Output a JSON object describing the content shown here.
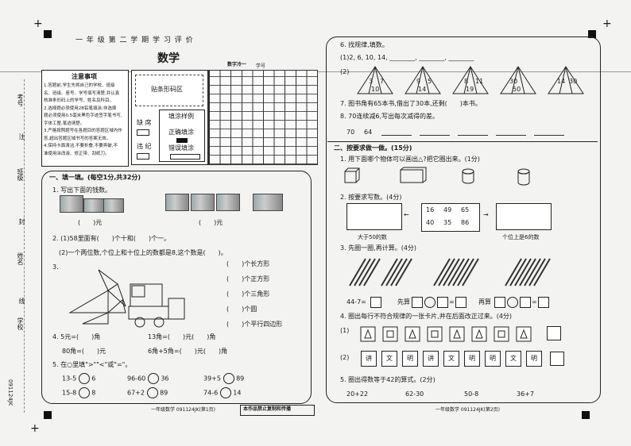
{
  "header": {
    "title": "一 年 级 第 二 学 期 学 习 评 价",
    "subject": "数学",
    "version": "数字冷一",
    "xuehao_label": "学号"
  },
  "notes": {
    "title": "注意事项",
    "lines": [
      "1.答题前,学生先将自己的学校、班级",
      "名、班级、座号、学号填写清楚,并认真",
      "核准条形码上的学号、姓名及科目。",
      "2.选择题必须使用2B铅笔填涂;非选择",
      "题必须使用0.5毫米黑色字迹签字笔书写,",
      "字体工整,笔迹清楚。",
      "3.严格按照题号在各题目的答题区域内作",
      "答,超出答题区域书写的答案无效。",
      "4.保持卡面清洁,不要折叠,不要弄破,不",
      "准使用涂改液、修正带、刮纸刀。"
    ]
  },
  "barcode": {
    "label": "贴条形码区"
  },
  "status": {
    "absent": "缺 席",
    "late": "违 纪"
  },
  "fill_example": {
    "title": "填涂样例",
    "correct": "正确填涂",
    "wrong": "错误填涂"
  },
  "side_labels": {
    "kaohao": "考号",
    "zhu": "注",
    "ban": "班级",
    "feng": "封",
    "xingming": "姓名",
    "xian": "线",
    "xuexiao": "学校",
    "code": "091124JK"
  },
  "section1": {
    "title": "一、填一填。(每空1分,共32分)",
    "q1": "1. 写出下面的钱数。",
    "q1_units": [
      "(　　)元",
      "(　　)元"
    ],
    "q2a": "2. (1)58里面有(　　)个十和(　　)个一。",
    "q2b": "(2)一个两位数,个位上和十位上的数都是8,这个数是(　　)。",
    "q3": "3.",
    "q3_shapes": [
      "(　　)个长方形",
      "(　　)个正方形",
      "(　　)个三角形",
      "(　　)个圆",
      "(　　)个平行四边形"
    ],
    "q4": [
      "4. 5元=(　　)角",
      "13角=(　　)元(　　)角",
      "80角=(　　)元",
      "6角+5角=(　　)元(　　)角"
    ],
    "q5": "5. 在○里填\">\"\"<\"或\"=\"。",
    "q5_items": [
      [
        "13-5",
        "6"
      ],
      [
        "96-60",
        "36"
      ],
      [
        "39+5",
        "89"
      ],
      [
        "15-8",
        "8"
      ],
      [
        "67+2",
        "89"
      ],
      [
        "74-6",
        "14"
      ]
    ]
  },
  "right": {
    "q6": "6. 找规律,填数。",
    "q6a": "(1)2, 6, 10, 14, ________, ________, ________",
    "q6b": "(2)",
    "triangles": [
      [
        "3",
        "7",
        "10"
      ],
      [
        "9",
        "5",
        "14"
      ],
      [
        "8",
        "11",
        "19"
      ],
      [
        "30",
        "",
        "50"
      ],
      [
        "14",
        "30",
        ""
      ]
    ],
    "q7": "7. 图书角有65本书,借出了30本,还剩(　　)本书。",
    "q8": "8. 70连续减6,写出每次减得的差。",
    "q8_vals": [
      "70",
      "64"
    ],
    "section2": "二、按要求做一做。(15分)",
    "r1": "1. 用下面哪个物体可以画出△?把它圈出来。(1分)",
    "r2": "2. 按要求写数。(4分)",
    "r2_nums": [
      "16",
      "49",
      "65",
      "40",
      "35",
      "86"
    ],
    "r2_left": "大于50的数",
    "r2_right": "个位上是6的数",
    "r3": "3. 先圈一圈,再计算。(4分)",
    "r3_eq": "44-7=",
    "r3_first": "先算",
    "r3_then": "再算",
    "r4": "4. 圈出每行不符合规律的一张卡片,并在后面改正过来。(4分)",
    "r4_row1_label": "(1)",
    "r4_row2_label": "(2)",
    "r4_row2": [
      "讲",
      "文",
      "明",
      "讲",
      "文",
      "明",
      "明",
      "文",
      "明"
    ],
    "r5": "5. 圈出得数等于42的算式。(2分)",
    "r5_items": [
      "20+22",
      "62-30",
      "50-8",
      "36+7"
    ]
  },
  "footer": {
    "left": "一年级数学 091124JK(第1页)",
    "notice": "本作品禁止复制和传播",
    "right": "一年级数学 091124JK(第2页)"
  }
}
